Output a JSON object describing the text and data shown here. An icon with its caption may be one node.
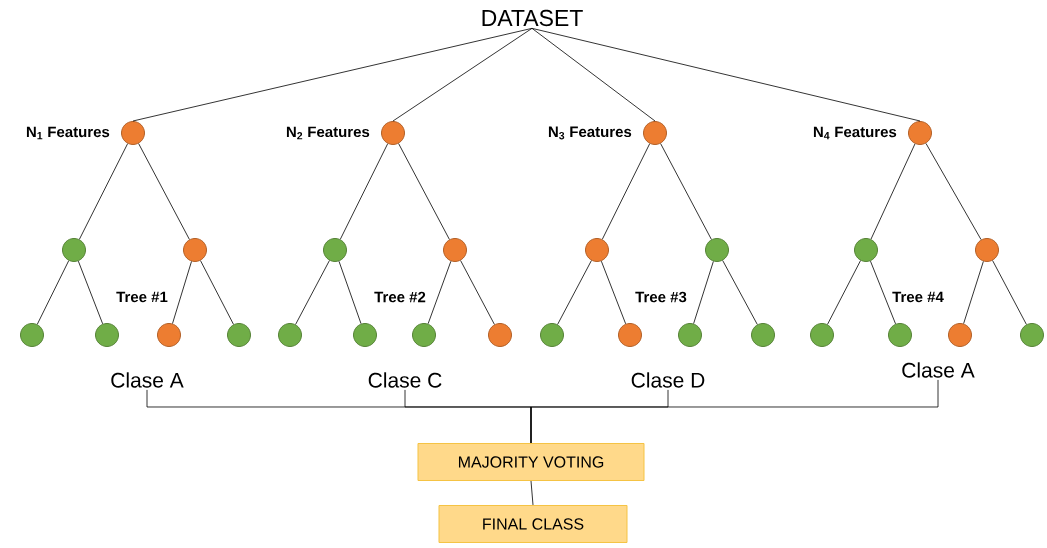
{
  "diagram": {
    "nodes": [
      {
        "text": [
          "DATASET"
        ]
      },
      {
        "text": [],
        "shape": "circle",
        "beside": [
          "N$_{1}$ Features"
        ]
      },
      {
        "text": [],
        "shape": "circle"
      },
      {
        "text": [],
        "shape": "circle"
      },
      {
        "text": [],
        "shape": "circle"
      },
      {
        "text": [],
        "shape": "circle"
      },
      {
        "text": [],
        "shape": "circle"
      },
      {
        "text": [],
        "shape": "circle"
      },
      {
        "text": [],
        "shape": "circle",
        "beside": [
          "N$_{2}$ Features"
        ]
      },
      {
        "text": [],
        "shape": "circle"
      },
      {
        "text": [],
        "shape": "circle"
      },
      {
        "text": [],
        "shape": "circle"
      },
      {
        "text": [],
        "shape": "circle"
      },
      {
        "text": [],
        "shape": "circle"
      },
      {
        "text": [],
        "shape": "circle"
      },
      {
        "text": [],
        "shape": "circle",
        "beside": [
          "N$_{3}$ Features"
        ]
      },
      {
        "text": [],
        "shape": "circle"
      },
      {
        "text": [],
        "shape": "circle"
      },
      {
        "text": [],
        "shape": "circle"
      },
      {
        "text": [],
        "shape": "circle"
      },
      {
        "text": [],
        "shape": "circle"
      },
      {
        "text": [],
        "shape": "circle"
      },
      {
        "text": [],
        "shape": "circle",
        "beside": [
          "N$_{4}$ Features"
        ]
      },
      {
        "text": [],
        "shape": "circle"
      },
      {
        "text": [],
        "shape": "circle"
      },
      {
        "text": [],
        "shape": "circle"
      },
      {
        "text": [],
        "shape": "circle"
      },
      {
        "text": [],
        "shape": "circle"
      },
      {
        "text": [],
        "shape": "circle"
      },
      {
        "text": [
          "Clase A"
        ]
      },
      {
        "text": [
          "Clase C"
        ]
      },
      {
        "text": [
          "Clase D"
        ]
      },
      {
        "text": [
          "Clase A"
        ]
      },
      {
        "text": [
          "MAJORITY VOTING"
        ]
      },
      {
        "text": [
          "FINAL CLASS"
        ]
      }
    ],
    "edges": [
      {
        "from": 0,
        "to": 1,
        "arrow": "none"
      },
      {
        "from": 0,
        "to": 8,
        "arrow": "none"
      },
      {
        "from": 0,
        "to": 15,
        "arrow": "none"
      },
      {
        "from": 0,
        "to": 22,
        "arrow": "none"
      },
      {
        "from": 1,
        "to": 2,
        "arrow": "none"
      },
      {
        "from": 1,
        "to": 3,
        "arrow": "none"
      },
      {
        "from": 2,
        "to": 4,
        "arrow": "none"
      },
      {
        "from": 2,
        "to": 5,
        "arrow": "none"
      },
      {
        "from": 3,
        "to": 6,
        "arrow": "none"
      },
      {
        "from": 3,
        "to": 7,
        "arrow": "none"
      },
      {
        "from": 8,
        "to": 9,
        "arrow": "none"
      },
      {
        "from": 8,
        "to": 10,
        "arrow": "none"
      },
      {
        "from": 9,
        "to": 11,
        "arrow": "none"
      },
      {
        "from": 9,
        "to": 12,
        "arrow": "none"
      },
      {
        "from": 10,
        "to": 13,
        "arrow": "none"
      },
      {
        "from": 10,
        "to": 14,
        "arrow": "none"
      },
      {
        "from": 15,
        "to": 16,
        "arrow": "none"
      },
      {
        "from": 15,
        "to": 17,
        "arrow": "none"
      },
      {
        "from": 16,
        "to": 18,
        "arrow": "none"
      },
      {
        "from": 16,
        "to": 19,
        "arrow": "none"
      },
      {
        "from": 17,
        "to": 20,
        "arrow": "none"
      },
      {
        "from": 17,
        "to": 21,
        "arrow": "none"
      },
      {
        "from": 22,
        "to": 23,
        "arrow": "none"
      },
      {
        "from": 22,
        "to": 24,
        "arrow": "none"
      },
      {
        "from": 23,
        "to": 25,
        "arrow": "none"
      },
      {
        "from": 23,
        "to": 26,
        "arrow": "none"
      },
      {
        "from": 24,
        "to": 27,
        "arrow": "none"
      },
      {
        "from": 24,
        "to": 28,
        "arrow": "none"
      },
      {
        "from": 29,
        "to": 33,
        "arrow": "none"
      },
      {
        "from": 30,
        "to": 33,
        "arrow": "none"
      },
      {
        "from": 31,
        "to": 33,
        "arrow": "none"
      },
      {
        "from": 32,
        "to": 33,
        "arrow": "none"
      },
      {
        "from": 33,
        "to": 34,
        "arrow": "none"
      }
    ],
    "labels": [
      "Tree #1",
      "Tree #2",
      "Tree #3",
      "Tree #4"
    ]
  }
}
